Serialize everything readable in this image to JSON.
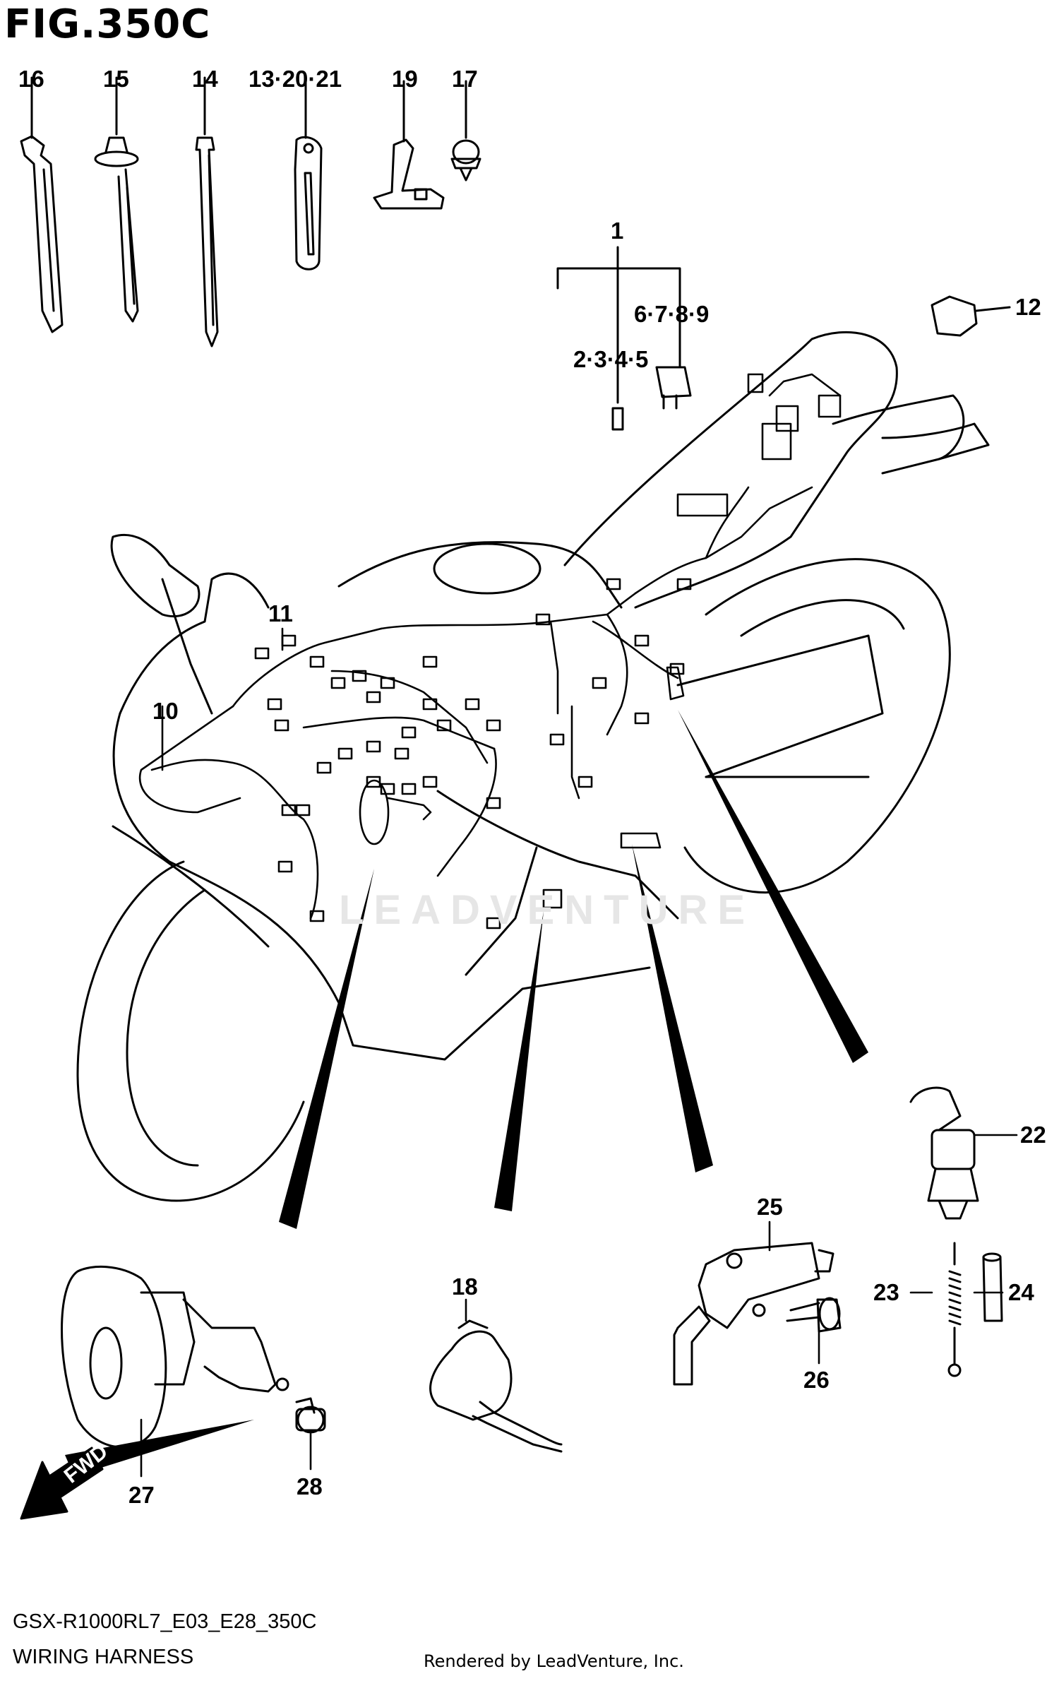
{
  "figure": {
    "title": "FIG.350C",
    "model_code": "GSX-R1000RL7_E03_E28_350C",
    "name": "WIRING HARNESS",
    "credit": "Rendered by LeadVenture, Inc.",
    "watermark": "LEADVENTURE",
    "fwd_label": "FWD"
  },
  "callouts": {
    "c16": "16",
    "c15": "15",
    "c14": "14",
    "c13": "13·20·21",
    "c19": "19",
    "c17": "17",
    "c1": "1",
    "c6": "6·7·8·9",
    "c2": "2·3·4·5",
    "c12": "12",
    "c11": "11",
    "c10": "10",
    "c22": "22",
    "c25": "25",
    "c23": "23",
    "c24": "24",
    "c18": "18",
    "c26": "26",
    "c27": "27",
    "c28": "28"
  }
}
